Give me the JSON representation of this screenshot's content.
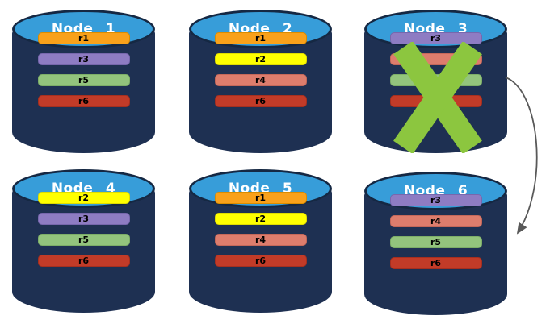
{
  "colors": {
    "background": "#FFFFFF",
    "cylinder_top": "#379DD9",
    "cylinder_body": "#1E3052",
    "cylinder_outline": "#152843",
    "x_mark": "#8CC63F",
    "arrow": "#595959",
    "title_text": "#FFFFFF",
    "replica_text": "#000000"
  },
  "palette": {
    "orange": {
      "bg": "#F9A11B",
      "border": "#DB8C00"
    },
    "yellow": {
      "bg": "#FFFF00",
      "border": "#DFDB00"
    },
    "purple": {
      "bg": "#8E7CC3",
      "border": "#7767AD"
    },
    "salmon": {
      "bg": "#DD7D6D",
      "border": "#C4685A"
    },
    "green": {
      "bg": "#93C47D",
      "border": "#7DAE68"
    },
    "red": {
      "bg": "#C23B28",
      "border": "#A62F1F"
    }
  },
  "nodes": [
    {
      "label": "Node 1",
      "failed": false,
      "replicas": [
        {
          "label": "r1",
          "color": "orange"
        },
        {
          "label": "r3",
          "color": "purple"
        },
        {
          "label": "r5",
          "color": "green"
        },
        {
          "label": "r6",
          "color": "red"
        }
      ]
    },
    {
      "label": "Node 2",
      "failed": false,
      "replicas": [
        {
          "label": "r1",
          "color": "orange"
        },
        {
          "label": "r2",
          "color": "yellow"
        },
        {
          "label": "r4",
          "color": "salmon"
        },
        {
          "label": "r6",
          "color": "red"
        }
      ]
    },
    {
      "label": "Node 3",
      "failed": true,
      "replicas": [
        {
          "label": "r3",
          "color": "purple"
        },
        {
          "label": "",
          "color": "salmon"
        },
        {
          "label": "",
          "color": "green"
        },
        {
          "label": "",
          "color": "red"
        }
      ]
    },
    {
      "label": "Node 4",
      "failed": false,
      "replicas": [
        {
          "label": "r2",
          "color": "yellow"
        },
        {
          "label": "r3",
          "color": "purple"
        },
        {
          "label": "r5",
          "color": "green"
        },
        {
          "label": "r6",
          "color": "red"
        }
      ]
    },
    {
      "label": "Node 5",
      "failed": false,
      "replicas": [
        {
          "label": "r1",
          "color": "orange"
        },
        {
          "label": "r2",
          "color": "yellow"
        },
        {
          "label": "r4",
          "color": "salmon"
        },
        {
          "label": "r6",
          "color": "red"
        }
      ]
    },
    {
      "label": "Node 6",
      "failed": false,
      "replicas": [
        {
          "label": "r3",
          "color": "purple"
        },
        {
          "label": "r4",
          "color": "salmon"
        },
        {
          "label": "r5",
          "color": "green"
        },
        {
          "label": "r6",
          "color": "red"
        }
      ]
    }
  ],
  "arrow": {
    "from": "Node 3",
    "to": "Node 6"
  }
}
